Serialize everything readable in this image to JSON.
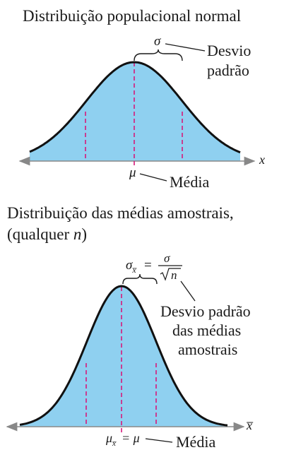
{
  "top": {
    "title": "Distribuição populacional normal",
    "sigma": "σ",
    "sd_label_line1": "Desvio",
    "sd_label_line2": "padrão",
    "mu": "μ",
    "mean_label": "Média",
    "axis_label": "x"
  },
  "bottom": {
    "title_line1": "Distribuição das médias amostrais,",
    "title_line2_prefix": "(qualquer ",
    "title_line2_var": "n",
    "title_line2_suffix": ")",
    "sigma_xbar_sym": "σ",
    "sigma_xbar_sub": "x̅",
    "equals": "=",
    "frac_num": "σ",
    "frac_den_n": "n",
    "sd_label_line1": "Desvio padrão",
    "sd_label_line2": "das médias",
    "sd_label_line3": "amostrais",
    "mu_xbar_sym": "μ",
    "mu_xbar_sub": "x̅",
    "mu_equals": "= μ",
    "mean_label": "Média",
    "axis_label": "x̅"
  },
  "colors": {
    "fill": "#8fd0f0",
    "curve": "#111111",
    "dashed": "#d6197a",
    "axis": "#888888"
  }
}
